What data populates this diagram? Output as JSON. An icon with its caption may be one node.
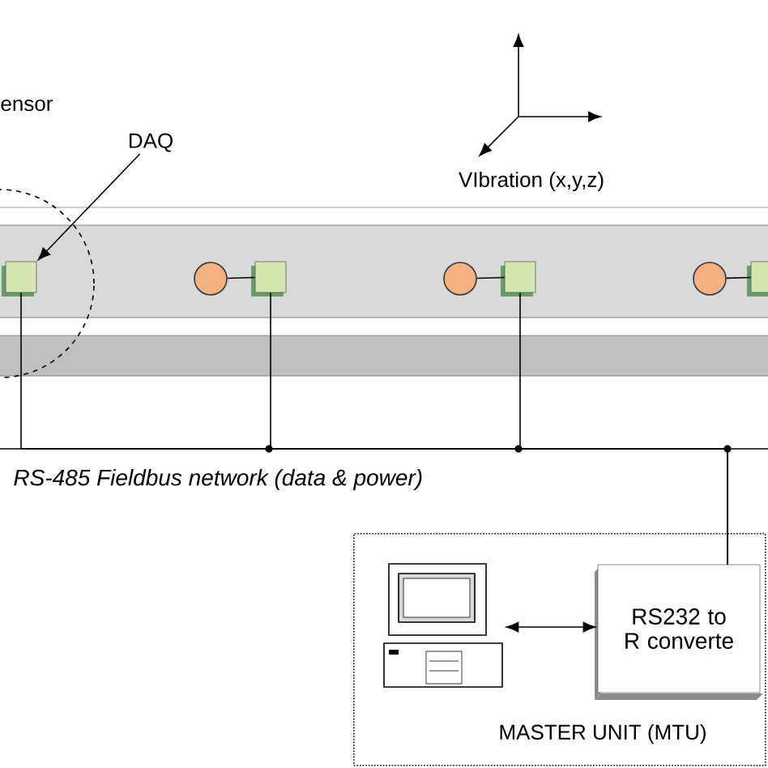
{
  "diagram": {
    "nodes": [
      {
        "text": [
          "DAQ"
        ]
      },
      {
        "text": [],
        "shape": "box"
      },
      {
        "text": [],
        "shape": "circle"
      },
      {
        "text": [],
        "shape": "box"
      },
      {
        "text": [],
        "shape": "circle"
      },
      {
        "text": [],
        "shape": "box"
      },
      {
        "text": [],
        "shape": "circle"
      },
      {
        "text": [],
        "shape": "box"
      },
      {
        "text": [
          "MASTER UNIT (MTU)"
        ]
      },
      {
        "text": [],
        "shape": "picture",
        "in": 8
      },
      {
        "text": [
          "RS232 to R converte"
        ],
        "in": 8
      }
    ],
    "edges": [
      {
        "from": 0,
        "to": 1,
        "arrow": "to"
      },
      {
        "from": 2,
        "to": 3,
        "arrow": "none"
      },
      {
        "from": 4,
        "to": 5,
        "arrow": "none"
      },
      {
        "from": 6,
        "to": 7,
        "arrow": "none"
      },
      {
        "from": 1,
        "to": 10,
        "arrow": "none"
      },
      {
        "from": 3,
        "to": 10,
        "arrow": "none"
      },
      {
        "from": 5,
        "to": 10,
        "arrow": "none"
      },
      {
        "from": 9,
        "to": 10,
        "arrow": "both"
      }
    ],
    "labels": [
      "ensor",
      "VIbration (x,y,z)",
      "RS-485 Fieldbus network (data & power)"
    ]
  }
}
